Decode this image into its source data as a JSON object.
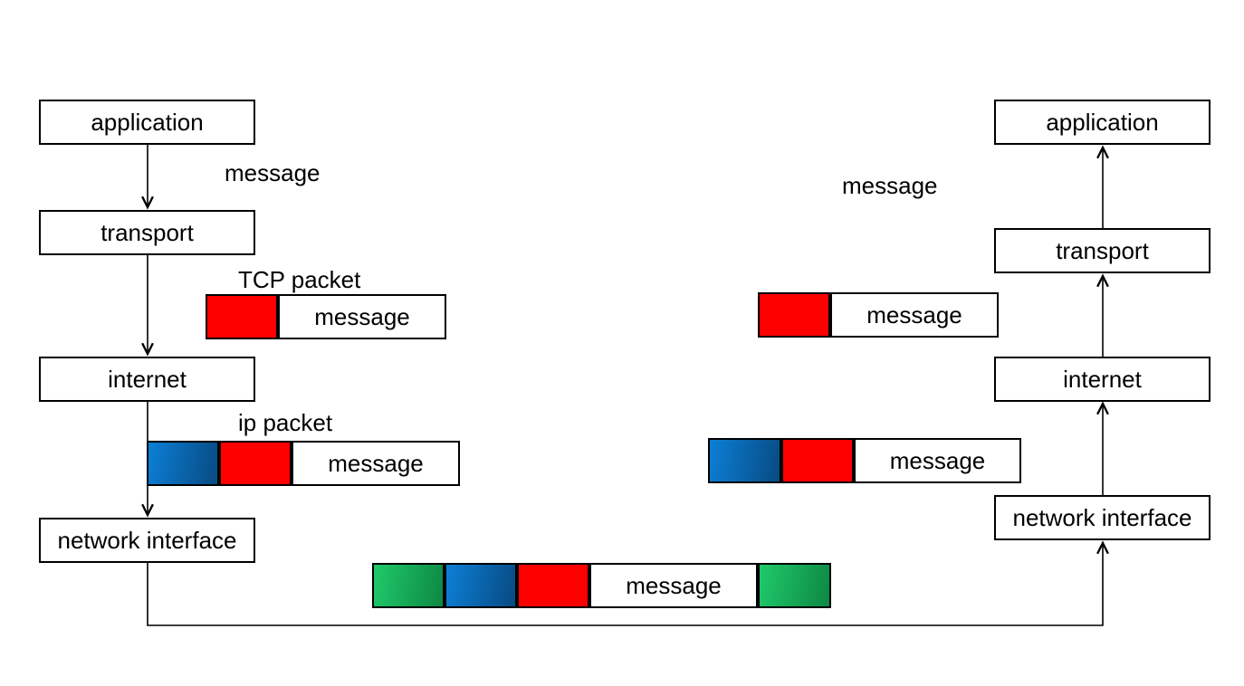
{
  "diagram": {
    "left_stack": {
      "boxes": [
        {
          "label": "application"
        },
        {
          "label": "transport"
        },
        {
          "label": "internet"
        },
        {
          "label": "network interface"
        }
      ]
    },
    "right_stack": {
      "boxes": [
        {
          "label": "application"
        },
        {
          "label": "transport"
        },
        {
          "label": "internet"
        },
        {
          "label": "network interface"
        }
      ]
    },
    "annotations": {
      "left_message": "message",
      "tcp_packet": "TCP packet",
      "ip_packet": "ip packet",
      "right_message": "message"
    },
    "packets": {
      "left_tcp": {
        "message": "message"
      },
      "left_ip": {
        "message": "message"
      },
      "frame": {
        "message": "message"
      },
      "right_tcp": {
        "message": "message"
      },
      "right_ip": {
        "message": "message"
      }
    },
    "colors": {
      "tcp_header_red": "#fe0000",
      "ip_header_blue_start": "#0c7fd6",
      "ip_header_blue_end": "#084a82",
      "eth_green_start": "#20c96b",
      "eth_green_end": "#0d8843",
      "line_black": "#000000",
      "background": "#ffffff"
    }
  }
}
